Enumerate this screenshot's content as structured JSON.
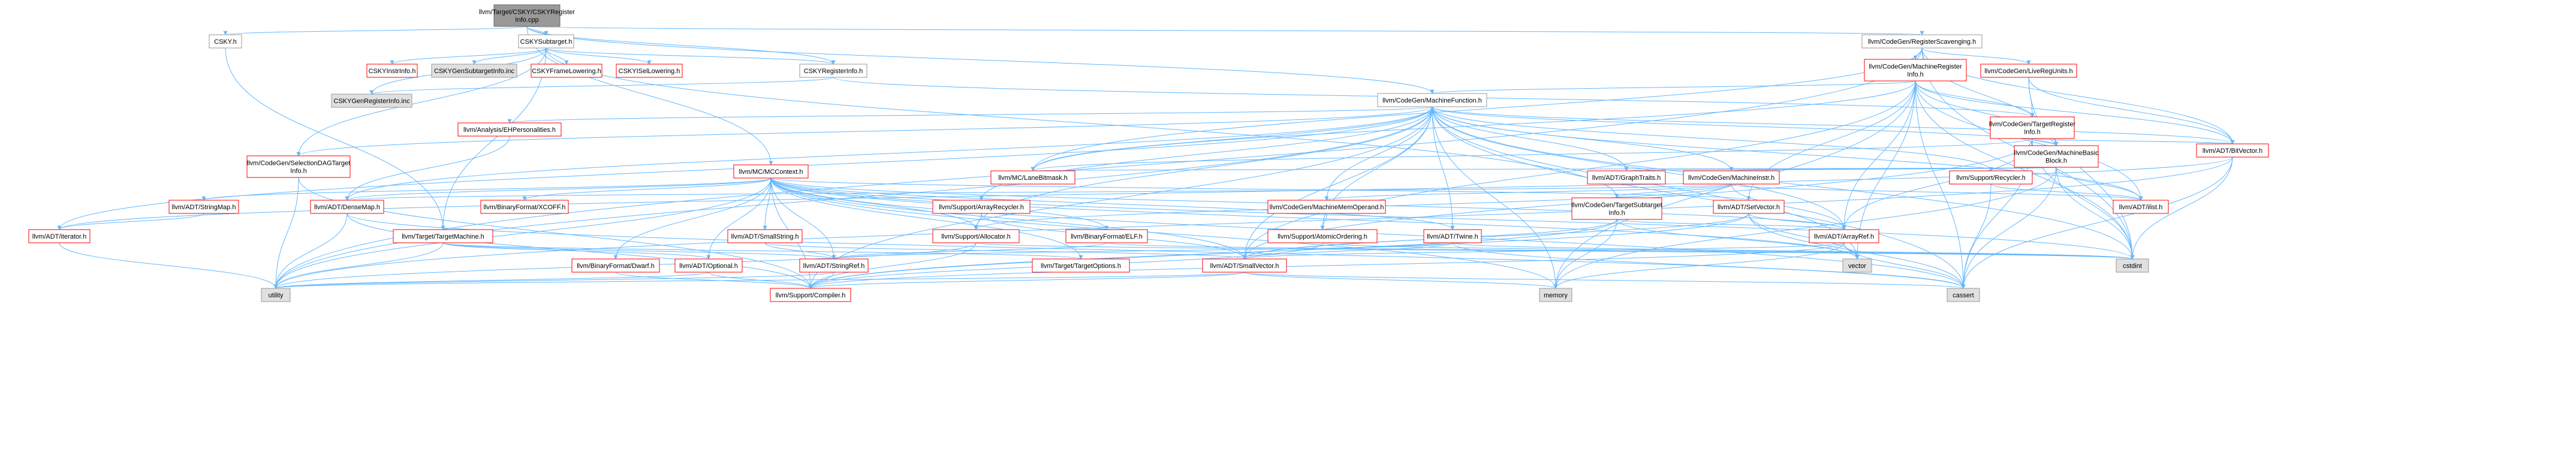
{
  "colors": {
    "edge": "#63b8ff",
    "root_fill": "#999999",
    "gray_fill": "#e0e0e0",
    "white_fill": "#ffffff",
    "red_border": "#ff0000",
    "gray_border": "#999999",
    "text": "#000000"
  },
  "nodes": [
    {
      "id": "root",
      "lines": [
        "llvm/Target/CSKY/CSKYRegister",
        "Info.cpp"
      ],
      "style": "root"
    },
    {
      "id": "cskyh",
      "lines": [
        "CSKY.h"
      ],
      "style": "gray"
    },
    {
      "id": "cskysub",
      "lines": [
        "CSKYSubtarget.h"
      ],
      "style": "gray"
    },
    {
      "id": "cskyreginfo",
      "lines": [
        "CSKYRegisterInfo.h"
      ],
      "style": "gray"
    },
    {
      "id": "regscav",
      "lines": [
        "llvm/CodeGen/RegisterScavenging.h"
      ],
      "style": "gray"
    },
    {
      "id": "cskyinstr",
      "lines": [
        "CSKYInstrInfo.h"
      ],
      "style": "red"
    },
    {
      "id": "cskygensub",
      "lines": [
        "CSKYGenSubtargetInfo.inc"
      ],
      "style": "grayfill"
    },
    {
      "id": "cskyframe",
      "lines": [
        "CSKYFrameLowering.h"
      ],
      "style": "red"
    },
    {
      "id": "cskyisel",
      "lines": [
        "CSKYISelLowering.h"
      ],
      "style": "red"
    },
    {
      "id": "cskygenreg",
      "lines": [
        "CSKYGenRegisterInfo.inc"
      ],
      "style": "grayfill"
    },
    {
      "id": "mreginfo",
      "lines": [
        "llvm/CodeGen/MachineRegister",
        "Info.h"
      ],
      "style": "red"
    },
    {
      "id": "liveregunits",
      "lines": [
        "llvm/CodeGen/LiveRegUnits.h"
      ],
      "style": "red"
    },
    {
      "id": "mfunc",
      "lines": [
        "llvm/CodeGen/MachineFunction.h"
      ],
      "style": "gray"
    },
    {
      "id": "tri",
      "lines": [
        "llvm/CodeGen/TargetRegister",
        "Info.h"
      ],
      "style": "red"
    },
    {
      "id": "ehpers",
      "lines": [
        "llvm/Analysis/EHPersonalities.h"
      ],
      "style": "red"
    },
    {
      "id": "bitvector",
      "lines": [
        "llvm/ADT/BitVector.h"
      ],
      "style": "red"
    },
    {
      "id": "mbb",
      "lines": [
        "llvm/CodeGen/MachineBasic",
        "Block.h"
      ],
      "style": "red"
    },
    {
      "id": "seldag",
      "lines": [
        "llvm/CodeGen/SelectionDAGTarget",
        "Info.h"
      ],
      "style": "red"
    },
    {
      "id": "mccontext",
      "lines": [
        "llvm/MC/MCContext.h"
      ],
      "style": "red"
    },
    {
      "id": "lanebitmask",
      "lines": [
        "llvm/MC/LaneBitmask.h"
      ],
      "style": "red"
    },
    {
      "id": "graphtraits",
      "lines": [
        "llvm/ADT/GraphTraits.h"
      ],
      "style": "red"
    },
    {
      "id": "minstr",
      "lines": [
        "llvm/CodeGen/MachineInstr.h"
      ],
      "style": "red"
    },
    {
      "id": "recycler",
      "lines": [
        "llvm/Support/Recycler.h"
      ],
      "style": "red"
    },
    {
      "id": "ilist",
      "lines": [
        "llvm/ADT/ilist.h"
      ],
      "style": "red"
    },
    {
      "id": "stringmap",
      "lines": [
        "llvm/ADT/StringMap.h"
      ],
      "style": "red"
    },
    {
      "id": "densemap",
      "lines": [
        "llvm/ADT/DenseMap.h"
      ],
      "style": "red"
    },
    {
      "id": "xcoff",
      "lines": [
        "llvm/BinaryFormat/XCOFF.h"
      ],
      "style": "red"
    },
    {
      "id": "arrayrecycler",
      "lines": [
        "llvm/Support/ArrayRecycler.h"
      ],
      "style": "red"
    },
    {
      "id": "mmoperand",
      "lines": [
        "llvm/CodeGen/MachineMemOperand.h"
      ],
      "style": "red"
    },
    {
      "id": "tsubinfo",
      "lines": [
        "llvm/CodeGen/TargetSubtarget",
        "Info.h"
      ],
      "style": "red"
    },
    {
      "id": "setvector",
      "lines": [
        "llvm/ADT/SetVector.h"
      ],
      "style": "red"
    },
    {
      "id": "iterator",
      "lines": [
        "llvm/ADT/iterator.h"
      ],
      "style": "red"
    },
    {
      "id": "targetmachine",
      "lines": [
        "llvm/Target/TargetMachine.h"
      ],
      "style": "red"
    },
    {
      "id": "smallstring",
      "lines": [
        "llvm/ADT/SmallString.h"
      ],
      "style": "red"
    },
    {
      "id": "allocator",
      "lines": [
        "llvm/Support/Allocator.h"
      ],
      "style": "red"
    },
    {
      "id": "elf",
      "lines": [
        "llvm/BinaryFormat/ELF.h"
      ],
      "style": "red"
    },
    {
      "id": "atomicordering",
      "lines": [
        "llvm/Support/AtomicOrdering.h"
      ],
      "style": "red"
    },
    {
      "id": "twine",
      "lines": [
        "llvm/ADT/Twine.h"
      ],
      "style": "red"
    },
    {
      "id": "arrayref",
      "lines": [
        "llvm/ADT/ArrayRef.h"
      ],
      "style": "red"
    },
    {
      "id": "dwarf",
      "lines": [
        "llvm/BinaryFormat/Dwarf.h"
      ],
      "style": "red"
    },
    {
      "id": "optional",
      "lines": [
        "llvm/ADT/Optional.h"
      ],
      "style": "red"
    },
    {
      "id": "stringref",
      "lines": [
        "llvm/ADT/StringRef.h"
      ],
      "style": "red"
    },
    {
      "id": "targetoptions",
      "lines": [
        "llvm/Target/TargetOptions.h"
      ],
      "style": "red"
    },
    {
      "id": "smallvector",
      "lines": [
        "llvm/ADT/SmallVector.h"
      ],
      "style": "red"
    },
    {
      "id": "vector",
      "lines": [
        "vector"
      ],
      "style": "grayfill"
    },
    {
      "id": "cstdint",
      "lines": [
        "cstdint"
      ],
      "style": "grayfill"
    },
    {
      "id": "utility",
      "lines": [
        "utility"
      ],
      "style": "grayfill"
    },
    {
      "id": "compiler",
      "lines": [
        "llvm/Support/Compiler.h"
      ],
      "style": "red"
    },
    {
      "id": "memory",
      "lines": [
        "memory"
      ],
      "style": "grayfill"
    },
    {
      "id": "cassert",
      "lines": [
        "cassert"
      ],
      "style": "grayfill"
    }
  ],
  "edges": [
    [
      "root",
      "cskyh"
    ],
    [
      "root",
      "cskysub"
    ],
    [
      "root",
      "cskyreginfo"
    ],
    [
      "root",
      "regscav"
    ],
    [
      "root",
      "mfunc"
    ],
    [
      "root",
      "mccontext"
    ],
    [
      "cskyh",
      "targetmachine"
    ],
    [
      "cskysub",
      "cskyinstr"
    ],
    [
      "cskysub",
      "cskygensub"
    ],
    [
      "cskysub",
      "cskyframe"
    ],
    [
      "cskysub",
      "cskyisel"
    ],
    [
      "cskysub",
      "cskyreginfo"
    ],
    [
      "cskysub",
      "seldag"
    ],
    [
      "cskysub",
      "tsubinfo"
    ],
    [
      "cskysub",
      "targetmachine"
    ],
    [
      "cskysub",
      "cskygenreg"
    ],
    [
      "cskyreginfo",
      "tri"
    ],
    [
      "cskyreginfo",
      "cskygenreg"
    ],
    [
      "regscav",
      "mreginfo"
    ],
    [
      "regscav",
      "liveregunits"
    ],
    [
      "regscav",
      "bitvector"
    ],
    [
      "regscav",
      "mbb"
    ],
    [
      "regscav",
      "lanebitmask"
    ],
    [
      "regscav",
      "cstdint"
    ],
    [
      "regscav",
      "utility"
    ],
    [
      "liveregunits",
      "tri"
    ],
    [
      "liveregunits",
      "bitvector"
    ],
    [
      "liveregunits",
      "cstdint"
    ],
    [
      "mreginfo",
      "mfunc"
    ],
    [
      "mreginfo",
      "tri"
    ],
    [
      "mreginfo",
      "bitvector"
    ],
    [
      "mreginfo",
      "mbb"
    ],
    [
      "mreginfo",
      "lanebitmask"
    ],
    [
      "mreginfo",
      "arrayref"
    ],
    [
      "mreginfo",
      "smallvector"
    ],
    [
      "mreginfo",
      "vector"
    ],
    [
      "mreginfo",
      "memory"
    ],
    [
      "mreginfo",
      "cassert"
    ],
    [
      "mreginfo",
      "ilist"
    ],
    [
      "mreginfo",
      "setvector"
    ],
    [
      "mreginfo",
      "cstdint"
    ],
    [
      "mfunc",
      "ehpers"
    ],
    [
      "mfunc",
      "bitvector"
    ],
    [
      "mfunc",
      "mbb"
    ],
    [
      "mfunc",
      "lanebitmask"
    ],
    [
      "mfunc",
      "graphtraits"
    ],
    [
      "mfunc",
      "minstr"
    ],
    [
      "mfunc",
      "recycler"
    ],
    [
      "mfunc",
      "ilist"
    ],
    [
      "mfunc",
      "densemap"
    ],
    [
      "mfunc",
      "arrayrecycler"
    ],
    [
      "mfunc",
      "mmoperand"
    ],
    [
      "mfunc",
      "allocator"
    ],
    [
      "mfunc",
      "atomicordering"
    ],
    [
      "mfunc",
      "smallvector"
    ],
    [
      "mfunc",
      "arrayref"
    ],
    [
      "mfunc",
      "twine"
    ],
    [
      "mfunc",
      "compiler"
    ],
    [
      "mfunc",
      "cstdint"
    ],
    [
      "mfunc",
      "cassert"
    ],
    [
      "mfunc",
      "memory"
    ],
    [
      "mfunc",
      "utility"
    ],
    [
      "mfunc",
      "vector"
    ],
    [
      "mfunc",
      "iterator"
    ],
    [
      "mfunc",
      "seldag"
    ],
    [
      "tri",
      "mbb"
    ],
    [
      "tri",
      "lanebitmask"
    ],
    [
      "tri",
      "bitvector"
    ],
    [
      "tri",
      "arrayref"
    ],
    [
      "tri",
      "smallvector"
    ],
    [
      "tri",
      "cstdint"
    ],
    [
      "tri",
      "cassert"
    ],
    [
      "ehpers",
      "densemap"
    ],
    [
      "bitvector",
      "cstdint"
    ],
    [
      "bitvector",
      "cassert"
    ],
    [
      "bitvector",
      "utility"
    ],
    [
      "bitvector",
      "iterator"
    ],
    [
      "mbb",
      "graphtraits"
    ],
    [
      "mbb",
      "minstr"
    ],
    [
      "mbb",
      "ilist"
    ],
    [
      "mbb",
      "lanebitmask"
    ],
    [
      "mbb",
      "cassert"
    ],
    [
      "mbb",
      "cstdint"
    ],
    [
      "mbb",
      "memory"
    ],
    [
      "seldag",
      "compiler"
    ],
    [
      "seldag",
      "utility"
    ],
    [
      "mccontext",
      "stringmap"
    ],
    [
      "mccontext",
      "densemap"
    ],
    [
      "mccontext",
      "xcoff"
    ],
    [
      "mccontext",
      "smallstring"
    ],
    [
      "mccontext",
      "allocator"
    ],
    [
      "mccontext",
      "elf"
    ],
    [
      "mccontext",
      "dwarf"
    ],
    [
      "mccontext",
      "optional"
    ],
    [
      "mccontext",
      "stringref"
    ],
    [
      "mccontext",
      "twine"
    ],
    [
      "mccontext",
      "setvector"
    ],
    [
      "mccontext",
      "smallvector"
    ],
    [
      "mccontext",
      "arrayref"
    ],
    [
      "mccontext",
      "targetoptions"
    ],
    [
      "mccontext",
      "compiler"
    ],
    [
      "mccontext",
      "cstdint"
    ],
    [
      "mccontext",
      "utility"
    ],
    [
      "mccontext",
      "memory"
    ],
    [
      "mccontext",
      "vector"
    ],
    [
      "mccontext",
      "cassert"
    ],
    [
      "minstr",
      "densemap"
    ],
    [
      "minstr",
      "mmoperand"
    ],
    [
      "minstr",
      "ilist"
    ],
    [
      "minstr",
      "arrayref"
    ],
    [
      "minstr",
      "tsubinfo"
    ],
    [
      "minstr",
      "allocator"
    ],
    [
      "recycler",
      "ilist"
    ],
    [
      "recycler",
      "cassert"
    ],
    [
      "stringmap",
      "iterator"
    ],
    [
      "densemap",
      "utility"
    ],
    [
      "densemap",
      "compiler"
    ],
    [
      "densemap",
      "cassert"
    ],
    [
      "arrayrecycler",
      "allocator"
    ],
    [
      "arrayrecycler",
      "smallvector"
    ],
    [
      "mmoperand",
      "atomicordering"
    ],
    [
      "tsubinfo",
      "arrayref"
    ],
    [
      "tsubinfo",
      "smallvector"
    ],
    [
      "tsubinfo",
      "memory"
    ],
    [
      "tsubinfo",
      "vector"
    ],
    [
      "tsubinfo",
      "compiler"
    ],
    [
      "setvector",
      "arrayref"
    ],
    [
      "setvector",
      "smallvector"
    ],
    [
      "setvector",
      "vector"
    ],
    [
      "setvector",
      "cassert"
    ],
    [
      "setvector",
      "compiler"
    ],
    [
      "iterator",
      "utility"
    ],
    [
      "targetmachine",
      "optional"
    ],
    [
      "targetmachine",
      "stringref"
    ],
    [
      "targetmachine",
      "targetoptions"
    ],
    [
      "targetmachine",
      "utility"
    ],
    [
      "smallstring",
      "stringref"
    ],
    [
      "smallstring",
      "smallvector"
    ],
    [
      "allocator",
      "compiler"
    ],
    [
      "allocator",
      "utility"
    ],
    [
      "allocator",
      "cstdint"
    ],
    [
      "elf",
      "cstdint"
    ],
    [
      "elf",
      "stringref"
    ],
    [
      "atomicordering",
      "compiler"
    ],
    [
      "atomicordering",
      "cstdint"
    ],
    [
      "twine",
      "smallvector"
    ],
    [
      "twine",
      "stringref"
    ],
    [
      "twine",
      "cassert"
    ],
    [
      "twine",
      "cstdint"
    ],
    [
      "arrayref",
      "smallvector"
    ],
    [
      "arrayref",
      "vector"
    ],
    [
      "arrayref",
      "cassert"
    ],
    [
      "arrayref",
      "memory"
    ],
    [
      "arrayref",
      "compiler"
    ],
    [
      "dwarf",
      "compiler"
    ],
    [
      "optional",
      "compiler"
    ],
    [
      "optional",
      "utility"
    ],
    [
      "stringref",
      "compiler"
    ],
    [
      "stringref",
      "utility"
    ],
    [
      "smallvector",
      "compiler"
    ],
    [
      "smallvector",
      "cassert"
    ],
    [
      "smallvector",
      "memory"
    ],
    [
      "smallvector",
      "utility"
    ]
  ]
}
